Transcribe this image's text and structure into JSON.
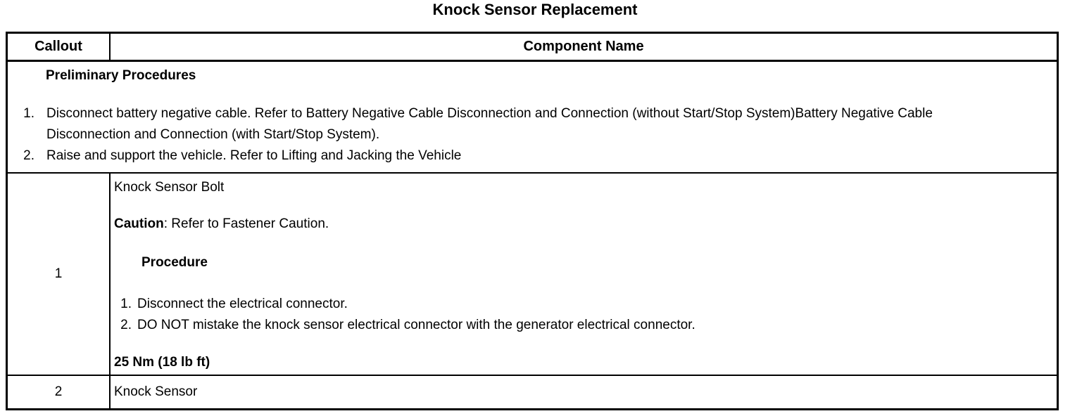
{
  "colors": {
    "ink": "#000000",
    "background": "#ffffff"
  },
  "page": {
    "title": "Knock Sensor Replacement"
  },
  "table": {
    "header": {
      "callout_label": "Callout",
      "component_label": "Component Name"
    },
    "preliminary": {
      "heading": "Preliminary Procedures",
      "items": [
        {
          "num": "1.",
          "text": "Disconnect battery negative cable. Refer to Battery Negative Cable Disconnection and Connection (without Start/Stop System)Battery Negative Cable Disconnection and Connection (with Start/Stop System)."
        },
        {
          "num": "2.",
          "text": "Raise and support the vehicle. Refer to Lifting and Jacking the Vehicle"
        }
      ]
    },
    "rows": [
      {
        "callout": "1",
        "component_name": "Knock Sensor Bolt",
        "caution_label": "Caution",
        "caution_rest": ": Refer to Fastener Caution.",
        "procedure_heading": "Procedure",
        "procedure_items": [
          {
            "num": "1.",
            "text": "Disconnect the electrical connector."
          },
          {
            "num": "2.",
            "text": "DO NOT mistake the knock sensor electrical connector with the generator electrical connector."
          }
        ],
        "torque_spec": "25 Nm (18 lb ft)"
      },
      {
        "callout": "2",
        "component_name": "Knock Sensor"
      }
    ]
  }
}
